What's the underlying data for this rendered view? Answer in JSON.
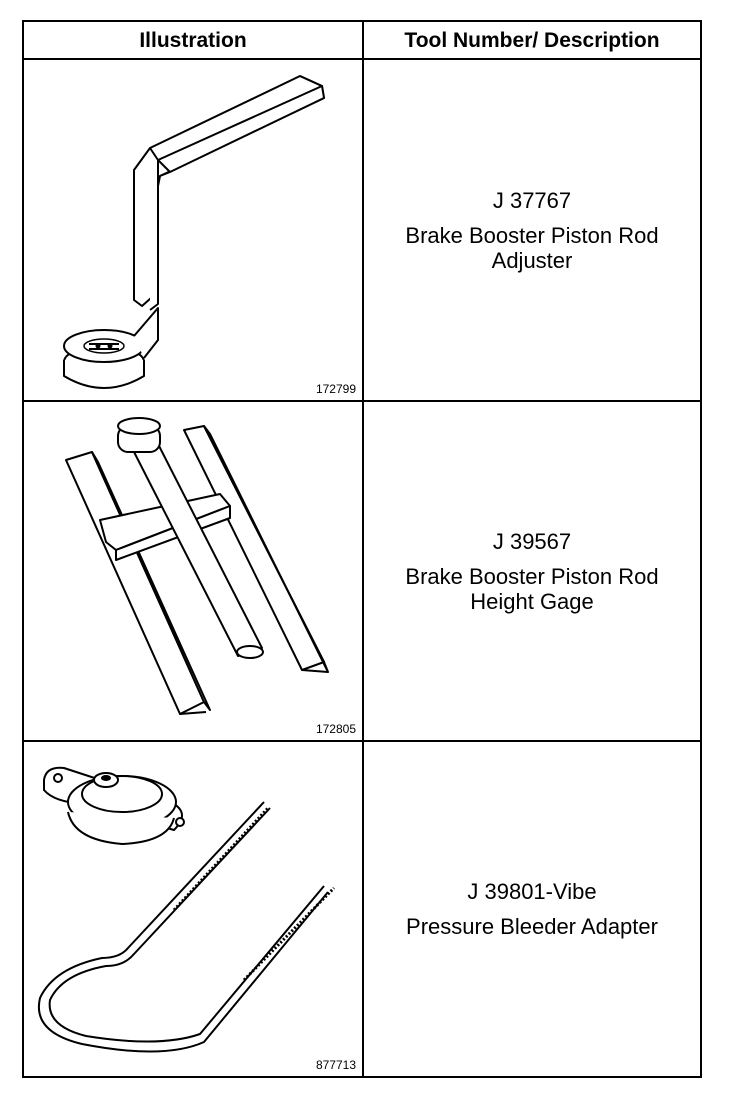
{
  "header": {
    "illustration": "Illustration",
    "description": "Tool Number/ Description"
  },
  "rows": [
    {
      "figure_number": "172799",
      "tool_number": "J 37767",
      "tool_name": "Brake Booster Piston Rod Adjuster",
      "icon": "piston-rod-adjuster"
    },
    {
      "figure_number": "172805",
      "tool_number": "J 39567",
      "tool_name": "Brake Booster Piston Rod Height Gage",
      "icon": "height-gage"
    },
    {
      "figure_number": "877713",
      "tool_number": "J 39801-Vibe",
      "tool_name": "Pressure Bleeder Adapter",
      "icon": "pressure-bleeder-adapter"
    }
  ]
}
